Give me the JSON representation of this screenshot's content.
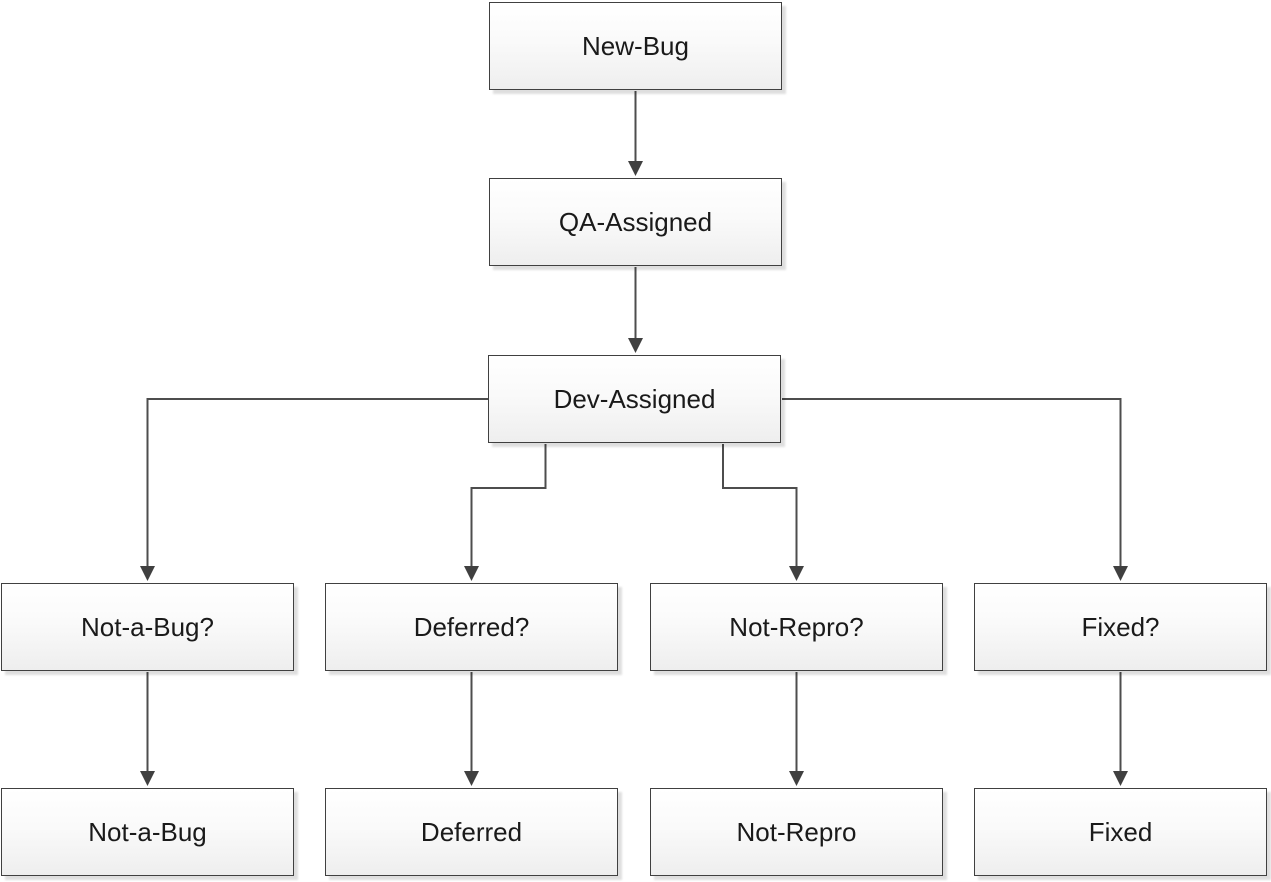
{
  "diagram": {
    "type": "flowchart",
    "description": "Bug workflow state diagram",
    "nodes": {
      "new_bug": {
        "label": "New-Bug"
      },
      "qa_assigned": {
        "label": "QA-Assigned"
      },
      "dev_assigned": {
        "label": "Dev-Assigned"
      },
      "not_a_bug_q": {
        "label": "Not-a-Bug?"
      },
      "deferred_q": {
        "label": "Deferred?"
      },
      "not_repro_q": {
        "label": "Not-Repro?"
      },
      "fixed_q": {
        "label": "Fixed?"
      },
      "not_a_bug": {
        "label": "Not-a-Bug"
      },
      "deferred": {
        "label": "Deferred"
      },
      "not_repro": {
        "label": "Not-Repro"
      },
      "fixed": {
        "label": "Fixed"
      }
    },
    "edges": [
      {
        "from": "New-Bug",
        "to": "QA-Assigned"
      },
      {
        "from": "QA-Assigned",
        "to": "Dev-Assigned"
      },
      {
        "from": "Dev-Assigned",
        "to": "Not-a-Bug?"
      },
      {
        "from": "Dev-Assigned",
        "to": "Deferred?"
      },
      {
        "from": "Dev-Assigned",
        "to": "Not-Repro?"
      },
      {
        "from": "Dev-Assigned",
        "to": "Fixed?"
      },
      {
        "from": "Not-a-Bug?",
        "to": "Not-a-Bug"
      },
      {
        "from": "Deferred?",
        "to": "Deferred"
      },
      {
        "from": "Not-Repro?",
        "to": "Not-Repro"
      },
      {
        "from": "Fixed?",
        "to": "Fixed"
      }
    ],
    "colors": {
      "background": "#ffffff",
      "box_border": "#404040",
      "box_fill_top": "#ffffff",
      "box_fill_bottom": "#eeeeee",
      "box_shadow": "#dddddd",
      "connector": "#4d4d4d",
      "text": "#1a1a1a"
    }
  }
}
